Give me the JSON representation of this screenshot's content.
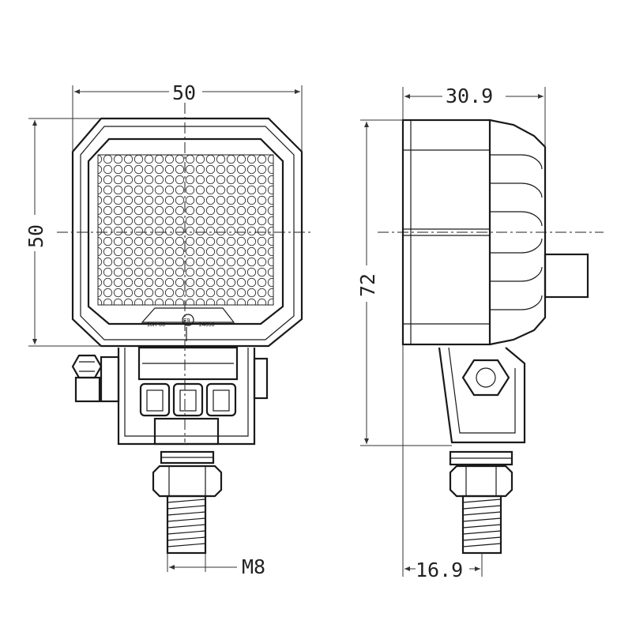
{
  "front_view": {
    "width_label": "50",
    "height_label": "50",
    "thread_label": "M8",
    "stamp_left": "10R-06",
    "stamp_mark": "E9",
    "stamp_right": "24658"
  },
  "side_view": {
    "depth_label": "30.9",
    "height_label": "72",
    "base_label": "16.9"
  }
}
